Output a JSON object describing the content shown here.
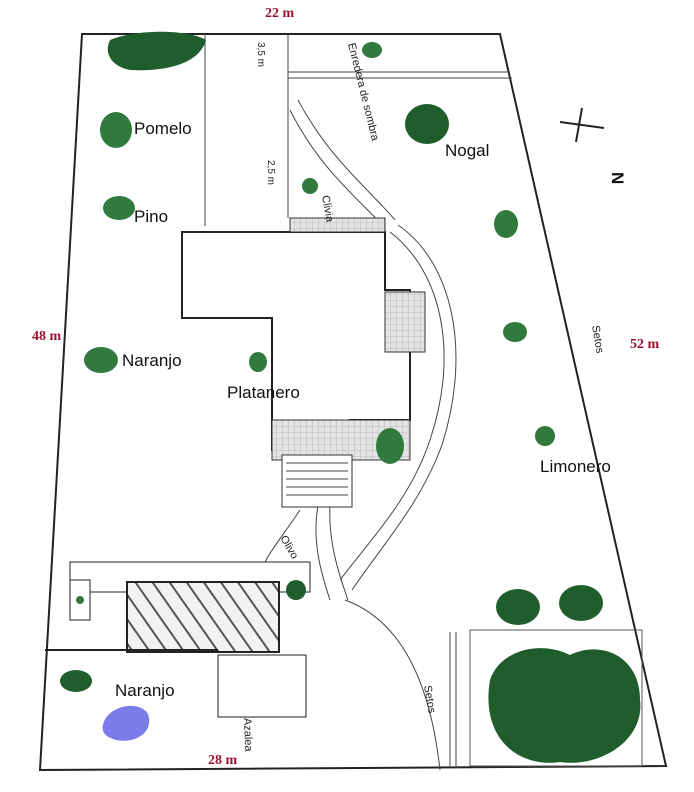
{
  "plants": {
    "pomelo": "Pomelo",
    "pino": "Pino",
    "naranjo_1": "Naranjo",
    "platanero": "Platanero",
    "nogal": "Nogal",
    "limonero": "Limonero",
    "naranjo_2": "Naranjo"
  },
  "dimensions": {
    "top": "22 m",
    "left": "48 m",
    "right": "52 m",
    "bottom": "28 m",
    "gap_top": "3,5 m",
    "gap_mid": "2,5 m"
  },
  "annotations": {
    "enredadera": "Enredera de sombra",
    "clivia": "Clivia",
    "setos_right": "Setos",
    "setos_path": "Setos",
    "olivo": "Olivo",
    "azalea": "Azalea",
    "north": "N"
  },
  "colors": {
    "tree_dark": "#1f5e2c",
    "tree_mid": "#2f7a3c",
    "pond": "#7b7bea",
    "dimension_text": "#9b1030"
  }
}
